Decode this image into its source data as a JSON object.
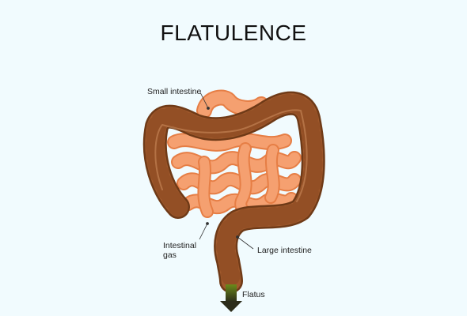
{
  "title": "FLATULENCE",
  "labels": {
    "small_intestine": "Small intestine",
    "intestinal_gas_line1": "Intestinal",
    "intestinal_gas_line2": "gas",
    "large_intestine": "Large intestine",
    "flatus": "Flatus"
  },
  "colors": {
    "background": "#f1fbfe",
    "large_intestine": "#a0592c",
    "large_intestine_dark": "#6f3a17",
    "small_intestine": "#f5a070",
    "small_intestine_dark": "#e67e45",
    "gas_arrow_top": "#6b8b1a",
    "gas_arrow_bottom": "#2c2c1a"
  }
}
